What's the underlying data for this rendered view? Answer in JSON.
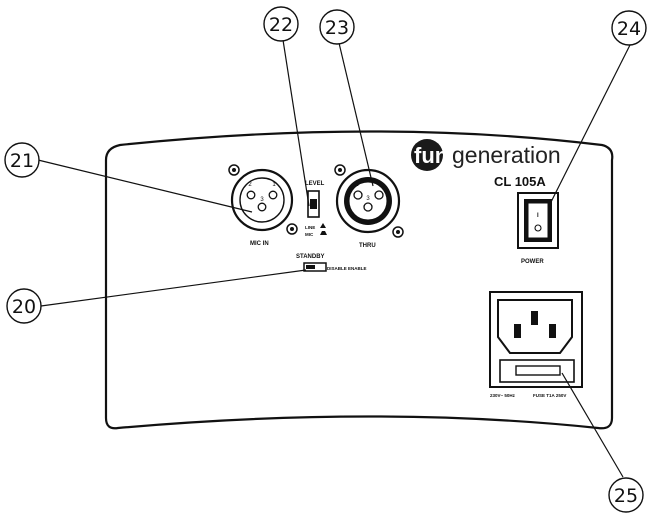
{
  "callouts": {
    "c20": "20",
    "c21": "21",
    "c22": "22",
    "c23": "23",
    "c24": "24",
    "c25": "25"
  },
  "brand": {
    "prefix": "fun",
    "suffix": "generation",
    "model": "CL  105A"
  },
  "panel": {
    "mic_in_label": "MIC IN",
    "thru_label": "THRU",
    "level_label": "LEVEL",
    "line_label": "LINE",
    "mic_label": "MIC",
    "standby_label": "STANDBY",
    "standby_options": "DISABLE ENABLE",
    "power_label": "POWER",
    "mains_rating": "230V~ 50Hz",
    "fuse_rating": "FUSE T1A 250V",
    "mic_in_pins": [
      "2",
      "3",
      "1"
    ],
    "thru_pins": [
      "1",
      "3",
      "2"
    ],
    "switch_on_symbol": "I",
    "switch_off_symbol": "O"
  }
}
